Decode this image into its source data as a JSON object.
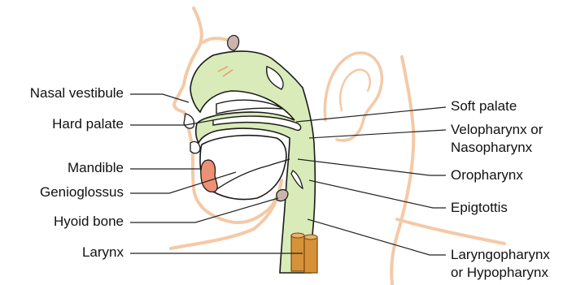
{
  "labels": {
    "left": {
      "nasal_vestibule": "Nasal vestibule",
      "hard_palate": "Hard palate",
      "mandible": "Mandible",
      "genioglossus": "Genioglossus",
      "hyoid_bone": "Hyoid bone",
      "larynx": "Larynx"
    },
    "right": {
      "soft_palate": "Soft palate",
      "velopharynx_line1": "Velopharynx or",
      "velopharynx_line2": "Nasopharynx",
      "oropharynx": "Oropharynx",
      "epiglottis": "Epigtottis",
      "laryngopharynx_line1": "Laryngopharynx",
      "laryngopharynx_line2": "or Hypopharynx"
    }
  },
  "colors": {
    "airway_fill": "#d8ebb8",
    "outline": "#1a1a1a",
    "skin": "#f5c9a6",
    "mandible": "#ee9075",
    "hyoid": "#c9b5ad",
    "trachea": "#d69238",
    "leader_line": "#222222"
  }
}
